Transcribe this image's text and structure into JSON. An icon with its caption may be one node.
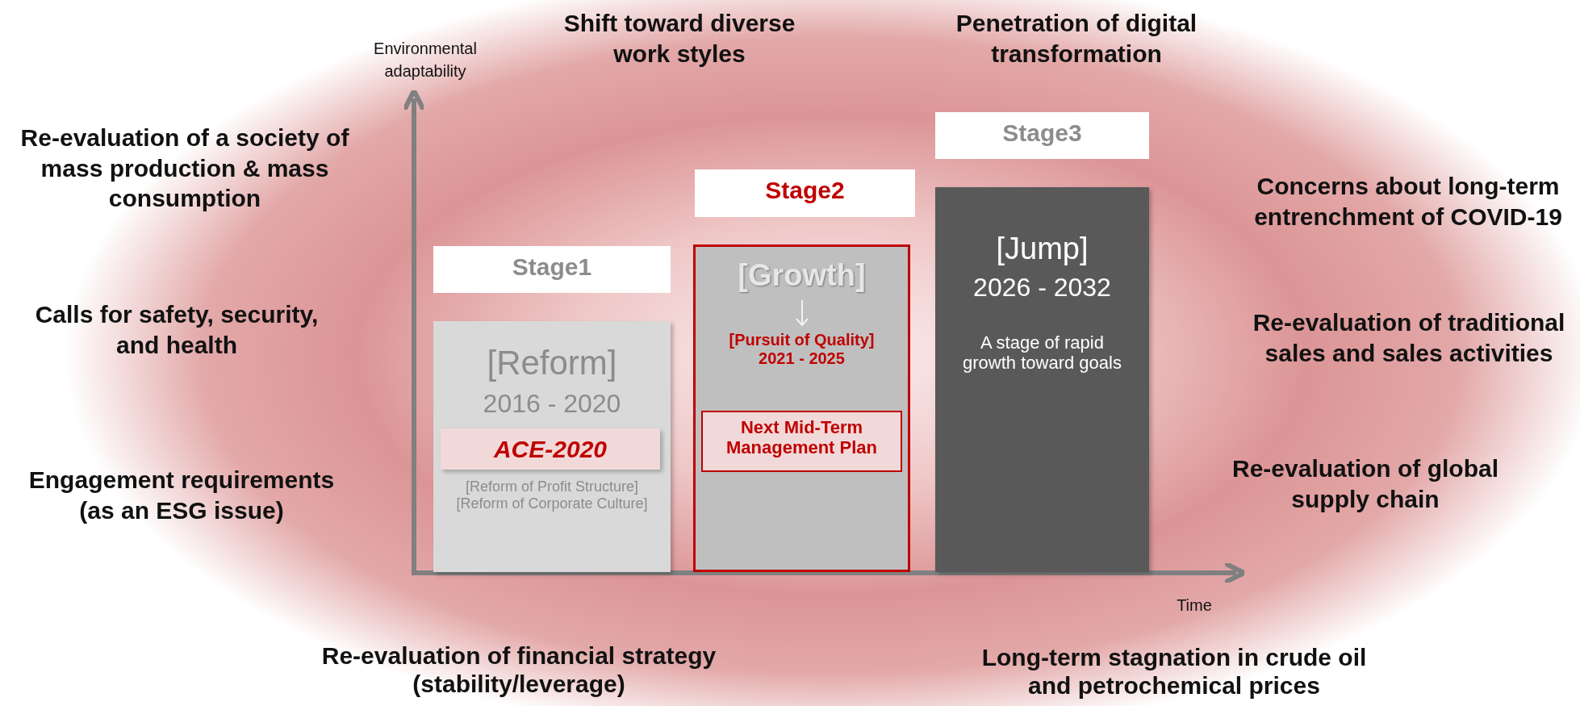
{
  "diagram": {
    "nodes": [
      {
        "text": [
          "Stage1"
        ]
      },
      {
        "text": [
          "[Reform]",
          "2016 - 2020",
          "[Reform of Profit Structure] [Reform of Corporate Culture]"
        ]
      },
      {
        "text": [
          "ACE-2020"
        ],
        "in": 1
      },
      {
        "text": [
          "Stage2"
        ]
      },
      {
        "text": [
          "[Growth]",
          "[Pursuit of Quality] 2021 - 2025"
        ]
      },
      {
        "text": [
          "Next Mid-Term Management Plan"
        ],
        "in": 4
      },
      {
        "text": [
          "Stage3"
        ]
      },
      {
        "text": [
          "[Jump]",
          "2026 - 2032",
          "A stage of rapid growth toward goals"
        ]
      }
    ],
    "edges": [],
    "labels": [
      "Shift toward diverse work styles",
      "Penetration of digital transformation",
      "Environmental adaptability",
      "Re-evaluation of a society of mass production & mass consumption",
      "Concerns about long-term entrenchment of COVID-19",
      "Calls for safety, security, and health",
      "Re-evaluation of traditional sales and sales activities",
      "Engagement requirements (as an ESG issue)",
      "Re-evaluation of global supply chain",
      "Time",
      "Re-evaluation of financial strategy (stability/leverage)",
      "Long-term stagnation in crude oil and petrochemical prices"
    ]
  }
}
